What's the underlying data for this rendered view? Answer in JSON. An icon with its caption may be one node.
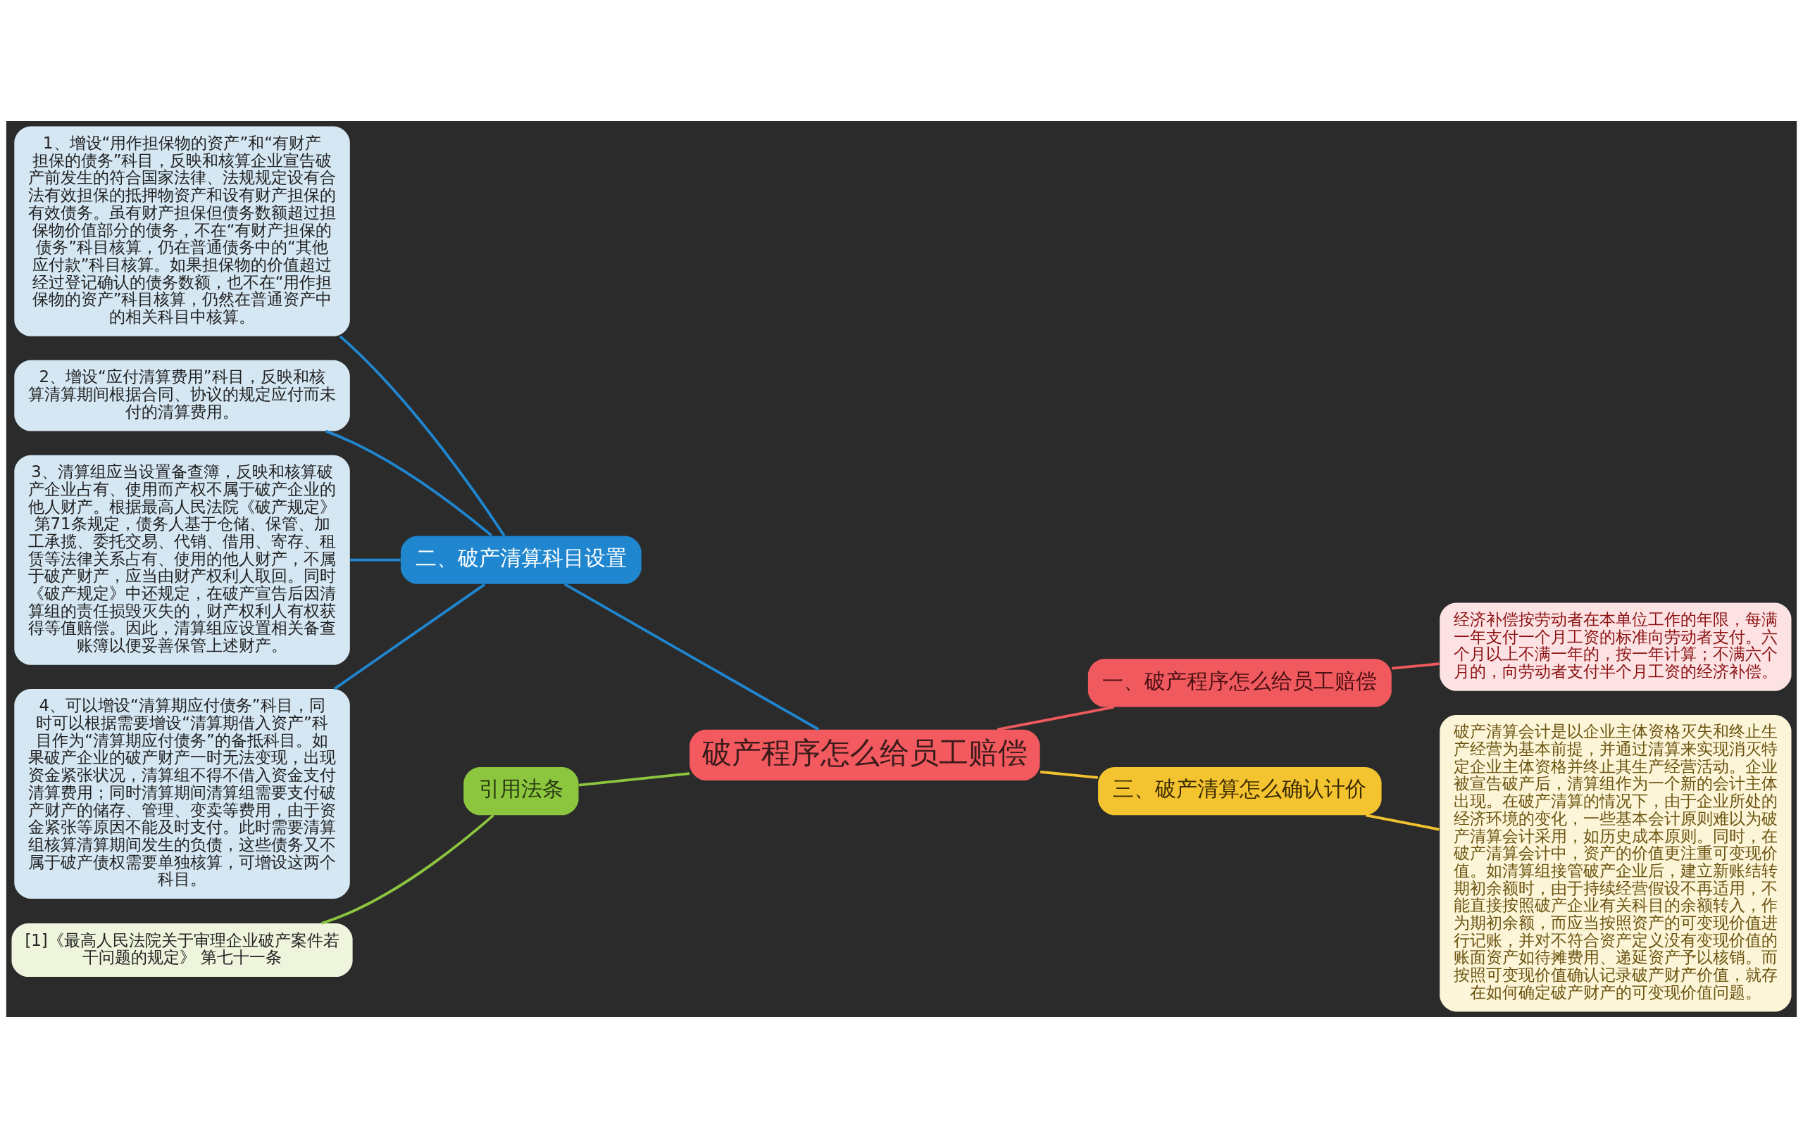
{
  "diagram": {
    "nodes": [
      {
        "text": [
          "破产程序怎么给员工赔偿"
        ]
      },
      {
        "text": [
          "二、破产清算科目设置"
        ]
      },
      {
        "text": [
          "1、增设“用作担保物的资产”和“有财产担保的债务”科目，反映和核算企业宣告破产前发生的符合国家法律、法规规定设有合法有效担保的抵押物资产和设有财产担保的有效债务。虽有财产担保但债务数额超过担保物价值部分的债务，不在“有财产担保的债务”科目核算，仍在普通债务中的“其他应付款”科目核算。如果担保物的价值超过经过登记确认的债务数额，也不在“用作担保物的资产”科目核算，仍然在普通资产中的相关科目中核算。"
        ]
      },
      {
        "text": [
          "2、增设“应付清算费用”科目，反映和核算清算期间根据合同、协议的规定应付而未付的清算费用。"
        ]
      },
      {
        "text": [
          "3、清算组应当设置备查簿，反映和核算破产企业占有、使用而产权不属于破产企业的他人财产。根据最高人民法院《破产规定》第71条规定，债务人基于仓储、保管、加工承揽、委托交易、代销、借用、寄存、租赁等法律关系占有、使用的他人财产，不属于破产财产，应当由财产权利人取回。同时《破产规定》中还规定，在破产宣告后因清算组的责任损毁灭失的，财产权利人有权获得等值赔偿。因此，清算组应设置相关备查账簿以便妥善保管上述财产。"
        ]
      },
      {
        "text": [
          "4、可以增设“清算期应付债务”科目，同时可以根据需要增设“清算期借入资产”科目作为“清算期应付债务”的备抵科目。如果破产企业的破产财产一时无法变现，出现资金紧张状况，清算组不得不借入资金支付清算费用；同时清算期间清算组需要支付破产财产的储存、管理、变卖等费用，由于资金紧张等原因不能及时支付。此时需要清算组核算清算期间发生的负债，这些债务又不属于破产债权需要单独核算，可增设这两个科目。"
        ]
      },
      {
        "text": [
          "引用法条"
        ]
      },
      {
        "text": [
          "[1]《最高人民法院关于审理企业破产案件若干问题的规定》 第七十一条"
        ]
      },
      {
        "text": [
          "一、破产程序怎么给员工赔偿"
        ]
      },
      {
        "text": [
          "经济补偿按劳动者在本单位工作的年限，每满一年支付一个月工资的标准向劳动者支付。六个月以上不满一年的，按一年计算；不满六个月的，向劳动者支付半个月工资的经济补偿。"
        ]
      },
      {
        "text": [
          "三、破产清算怎么确认计价"
        ]
      },
      {
        "text": [
          "破产清算会计是以企业主体资格灭失和终止生产经营为基本前提，并通过清算来实现消灭特定企业主体资格并终止其生产经营活动。企业被宣告破产后，清算组作为一个新的会计主体出现。在破产清算的情况下，由于企业所处的经济环境的变化，一些基本会计原则难以为破产清算会计采用，如历史成本原则。同时，在破产清算会计中，资产的价值更注重可变现价值。如清算组接管破产企业后，建立新账结转期初余额时，由于持续经营假设不再适用，不能直接按照破产企业有关科目的余额转入，作为期初余额，而应当按照资产的可变现价值进行记账，并对不符合资产定义没有变现价值的账面资产如待摊费用、递延资产予以核销。而按照可变现价值确认记录破产财产价值，就存在如何确定破产财产的可变现价值问题。"
        ]
      }
    ],
    "edges": [
      {
        "from": 0,
        "to": 1,
        "arrow": "none"
      },
      {
        "from": 1,
        "to": 2,
        "arrow": "none"
      },
      {
        "from": 1,
        "to": 3,
        "arrow": "none"
      },
      {
        "from": 1,
        "to": 4,
        "arrow": "none"
      },
      {
        "from": 1,
        "to": 5,
        "arrow": "none"
      },
      {
        "from": 0,
        "to": 6,
        "arrow": "none",
        "color": "#8cc63f"
      },
      {
        "from": 6,
        "to": 7,
        "arrow": "none",
        "color": "#8cc63f"
      },
      {
        "from": 0,
        "to": 8,
        "arrow": "none",
        "color": "#f05a5f"
      },
      {
        "from": 8,
        "to": 9,
        "arrow": "none",
        "color": "#f05a5f"
      },
      {
        "from": 0,
        "to": 10,
        "arrow": "none",
        "color": "#f2c230"
      },
      {
        "from": 10,
        "to": 11,
        "arrow": "none",
        "color": "#f2c230"
      }
    ]
  }
}
